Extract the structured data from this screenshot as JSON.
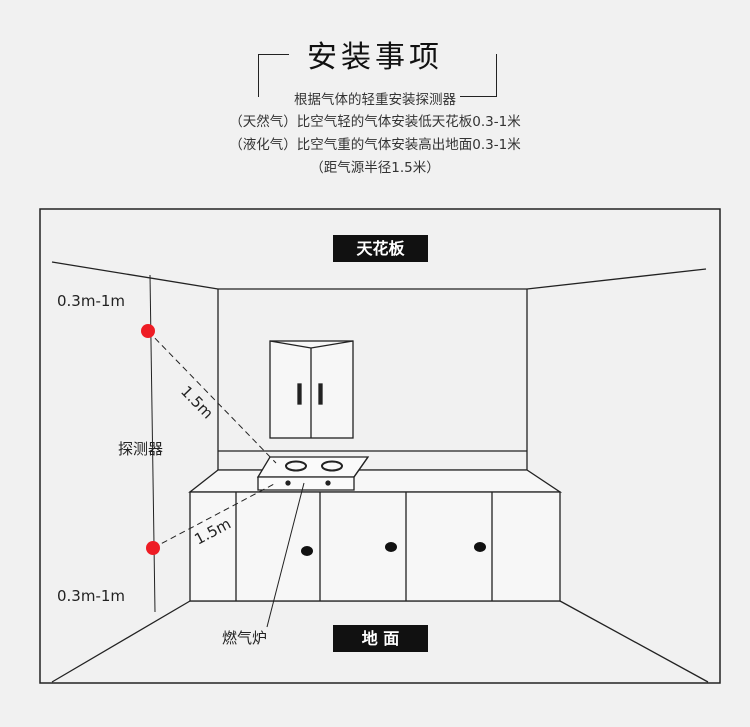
{
  "header": {
    "title": "安装事项",
    "subtitle": "根据气体的轻重安装探测器",
    "notes": [
      "（天然气）比空气轻的气体安装低天花板0.3-1米",
      "（液化气）比空气重的气体安装高出地面0.3-1米",
      "（距气源半径1.5米）"
    ]
  },
  "diagram": {
    "ceiling_label": "天花板",
    "floor_label": "地 面",
    "top_offset_label": "0.3m-1m",
    "bottom_offset_label": "0.3m-1m",
    "detector_label": "探测器",
    "stove_label": "燃气炉",
    "radius_label_top": "1.5m",
    "radius_label_bottom": "1.5m",
    "colors": {
      "detector": "#ee1c24",
      "label_bg": "#111111",
      "line": "#222222"
    }
  }
}
